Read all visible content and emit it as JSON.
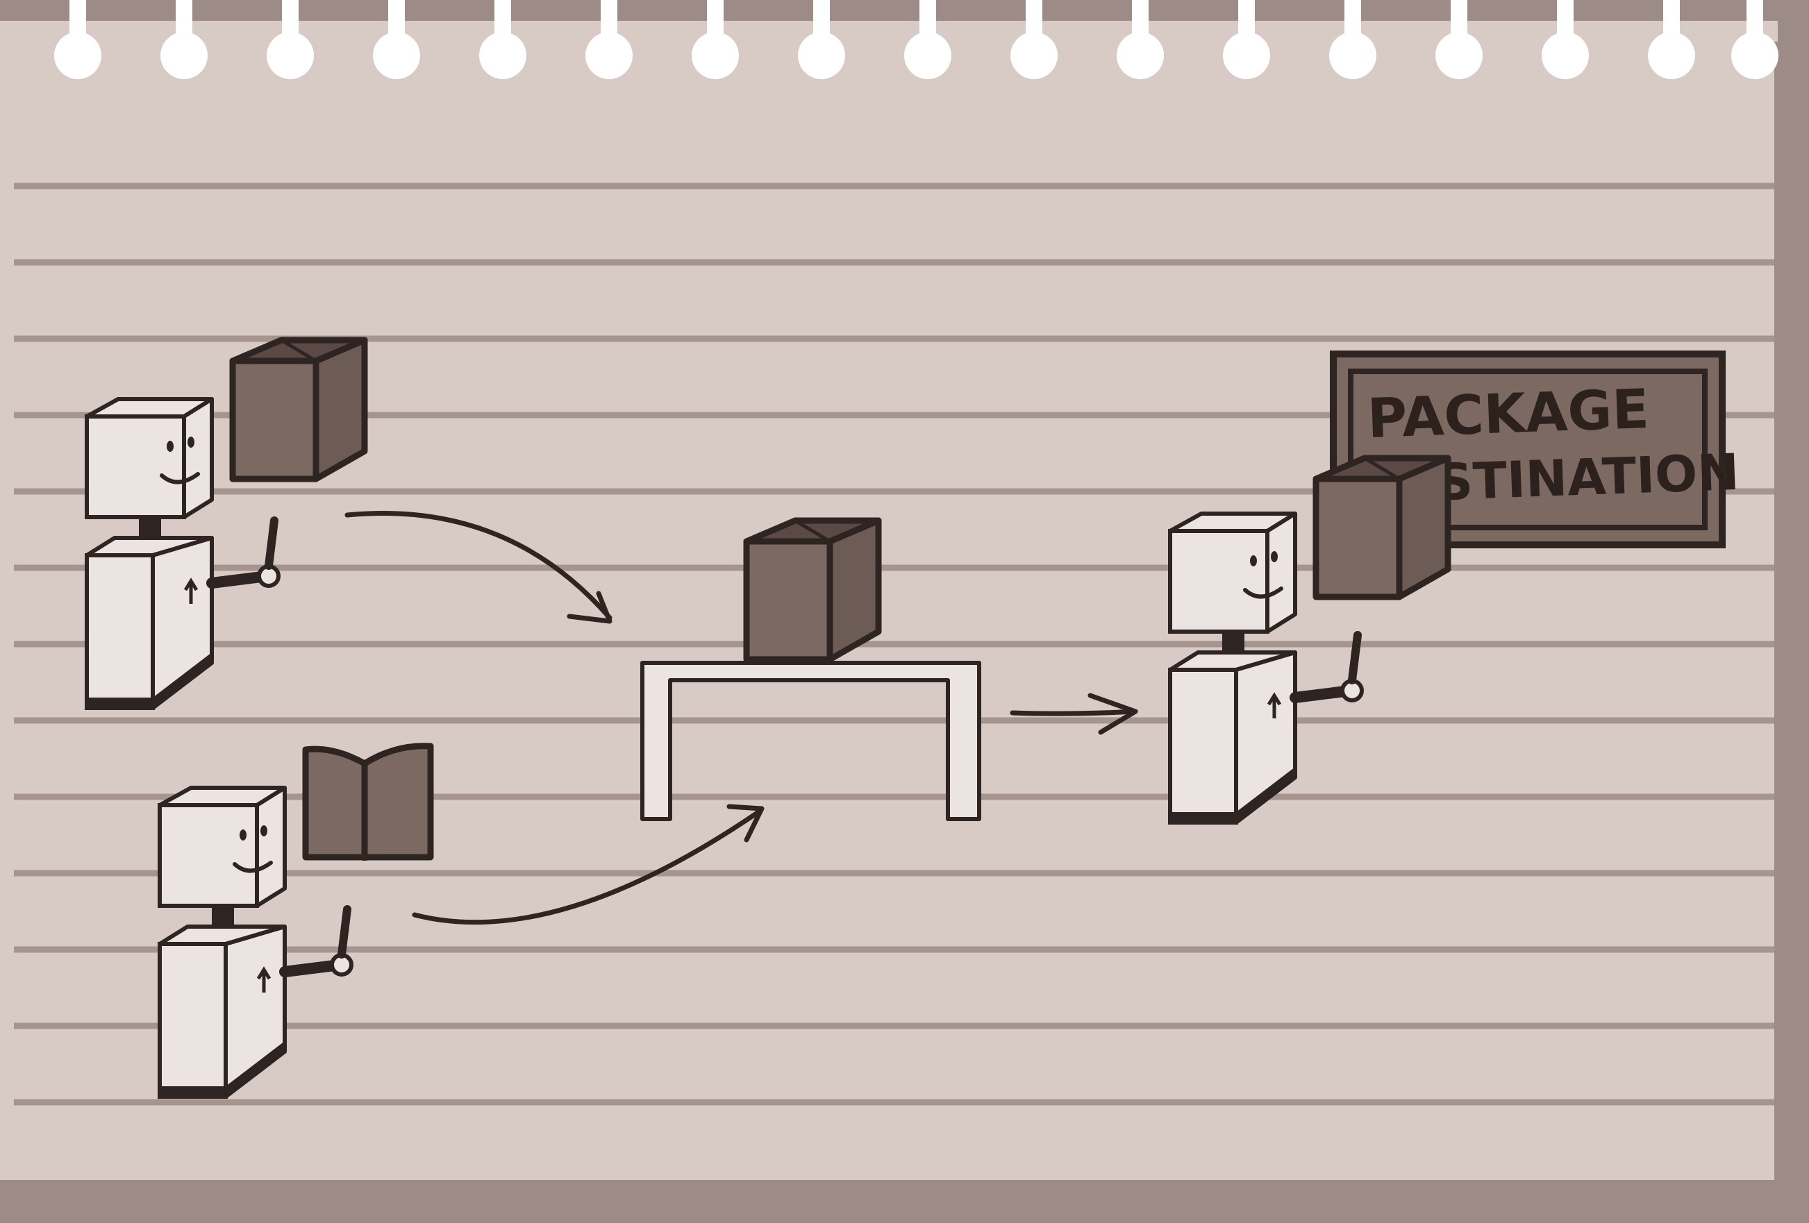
{
  "sign": {
    "line1": "PACKAGE",
    "line2": "STINATION"
  },
  "colors": {
    "paper": "#d8cbc6",
    "paper_shadow": "#9c8b86",
    "rule_line": "#a6948f",
    "ink": "#2e2422",
    "box_fill": "#7b6962",
    "robot_fill": "#ece4e0",
    "sign_fill": "#7b6962"
  },
  "scene": {
    "robots": [
      {
        "id": "robot-top-left",
        "carrying": "box-icon"
      },
      {
        "id": "robot-bottom-left",
        "carrying": "book-icon"
      },
      {
        "id": "robot-right",
        "carrying": "box-icon"
      }
    ],
    "center": {
      "table": "table-icon",
      "item": "box-icon"
    }
  }
}
